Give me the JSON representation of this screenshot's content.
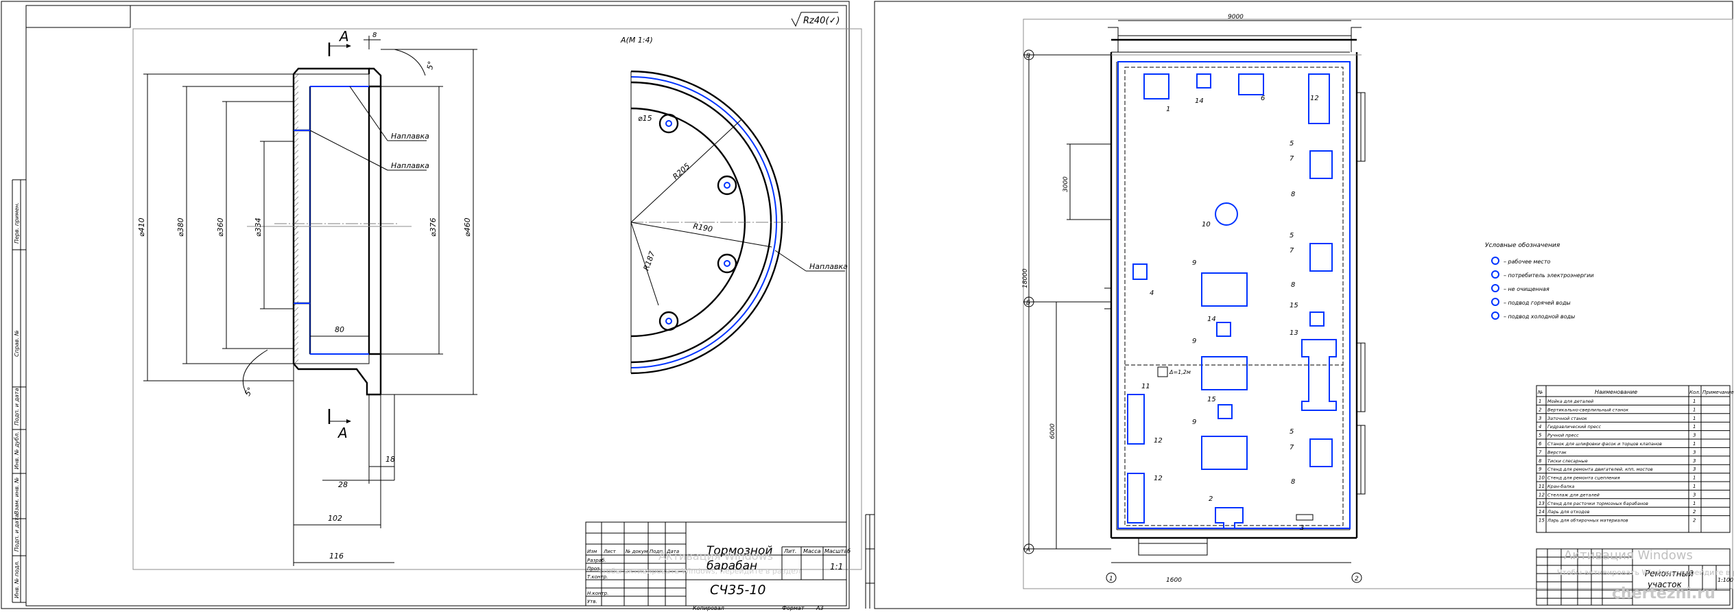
{
  "left_sheet": {
    "roughness": "Rz40(✓)",
    "section_mark": "A",
    "view_label": "A(M 1:4)",
    "dims": {
      "angle_top": "5°",
      "thk_top": "8",
      "d410": "⌀410",
      "d380": "⌀380",
      "d360": "⌀360",
      "d334": "⌀334",
      "d376": "⌀376",
      "d460": "⌀460",
      "w80": "80",
      "angle_bot": "5°",
      "w18": "18",
      "w28": "28",
      "w102": "102",
      "w116": "116",
      "hole_d": "⌀15",
      "r205": "R205",
      "r190": "R190",
      "r187": "R187"
    },
    "callouts": [
      "Наплавка",
      "Наплавка",
      "Наплавка"
    ],
    "title_block": {
      "title_line1": "Тормозной",
      "title_line2": "барабан",
      "material": "СЧ35-10",
      "head_lit": "Лит.",
      "head_mass": "Масса",
      "head_scale": "Масштаб",
      "scale": "1:1",
      "copied": "Копировал",
      "format": "Формат",
      "format_size": "А3",
      "rows": [
        "Изм",
        "Лист",
        "№ докум.",
        "Подп.",
        "Дата"
      ],
      "roles": [
        "Разраб.",
        "Пров.",
        "Т.контр.",
        "Н.контр.",
        "Утв."
      ]
    },
    "side_strip": [
      "Инв. № подл.",
      "Подп. и дата",
      "Взам. инв. №",
      "Инв. № дубл.",
      "Подп. и дата",
      "Справ. №",
      "Перв. примен."
    ]
  },
  "right_sheet": {
    "dims": {
      "w_top": "9000",
      "h_left": "3000",
      "h_total": "18000",
      "h_lower": "6000",
      "w_bottom": "1600"
    },
    "axes": [
      "В",
      "Б",
      "А",
      "1",
      "2"
    ],
    "markers": [
      "1",
      "14",
      "6",
      "12",
      "5",
      "7",
      "8",
      "10",
      "9",
      "4",
      "5",
      "7",
      "8",
      "15",
      "14",
      "13",
      "9",
      "11",
      "12",
      "15",
      "9",
      "5",
      "7",
      "8",
      "12",
      "2",
      "3"
    ],
    "dim_small": "Δ=1,2м",
    "legend": {
      "title": "Условные обозначения",
      "items": [
        "– рабочее место",
        "– потребитель электроэнергии",
        "– не очищенная",
        "– подвод горячей воды",
        "– подвод холодной воды"
      ]
    },
    "table": {
      "headers": [
        "№",
        "Наименование",
        "Кол.",
        "Примечание"
      ],
      "rows": [
        [
          "1",
          "Мойка для деталей",
          "1",
          ""
        ],
        [
          "2",
          "Вертикально-сверлильный станок",
          "1",
          ""
        ],
        [
          "3",
          "Заточной станок",
          "1",
          ""
        ],
        [
          "4",
          "Гидравлический пресс",
          "1",
          ""
        ],
        [
          "5",
          "Ручной пресс",
          "3",
          ""
        ],
        [
          "6",
          "Станок для шлифовки фасок и торцов клапанов",
          "1",
          ""
        ],
        [
          "7",
          "Верстак",
          "3",
          ""
        ],
        [
          "8",
          "Тиски слесарные",
          "3",
          ""
        ],
        [
          "9",
          "Стенд для ремонта двигателей, кпп, мостов",
          "3",
          ""
        ],
        [
          "10",
          "Стенд для ремонта сцепления",
          "1",
          ""
        ],
        [
          "11",
          "Кран-балка",
          "1",
          ""
        ],
        [
          "12",
          "Стеллаж для деталей",
          "3",
          ""
        ],
        [
          "13",
          "Стенд для расточки тормозных барабанов",
          "1",
          ""
        ],
        [
          "14",
          "Ларь для отходов",
          "2",
          ""
        ],
        [
          "15",
          "Ларь для обтирочных материалов",
          "2",
          ""
        ]
      ]
    },
    "title_block": {
      "title_line1": "Ремонтный",
      "title_line2": "участок",
      "scale": "1:100"
    }
  },
  "watermark": {
    "line1": "Активация Windows",
    "line2": "Чтобы активировать Windows, перейдите в раздел",
    "site": "chertezhi.ru"
  }
}
